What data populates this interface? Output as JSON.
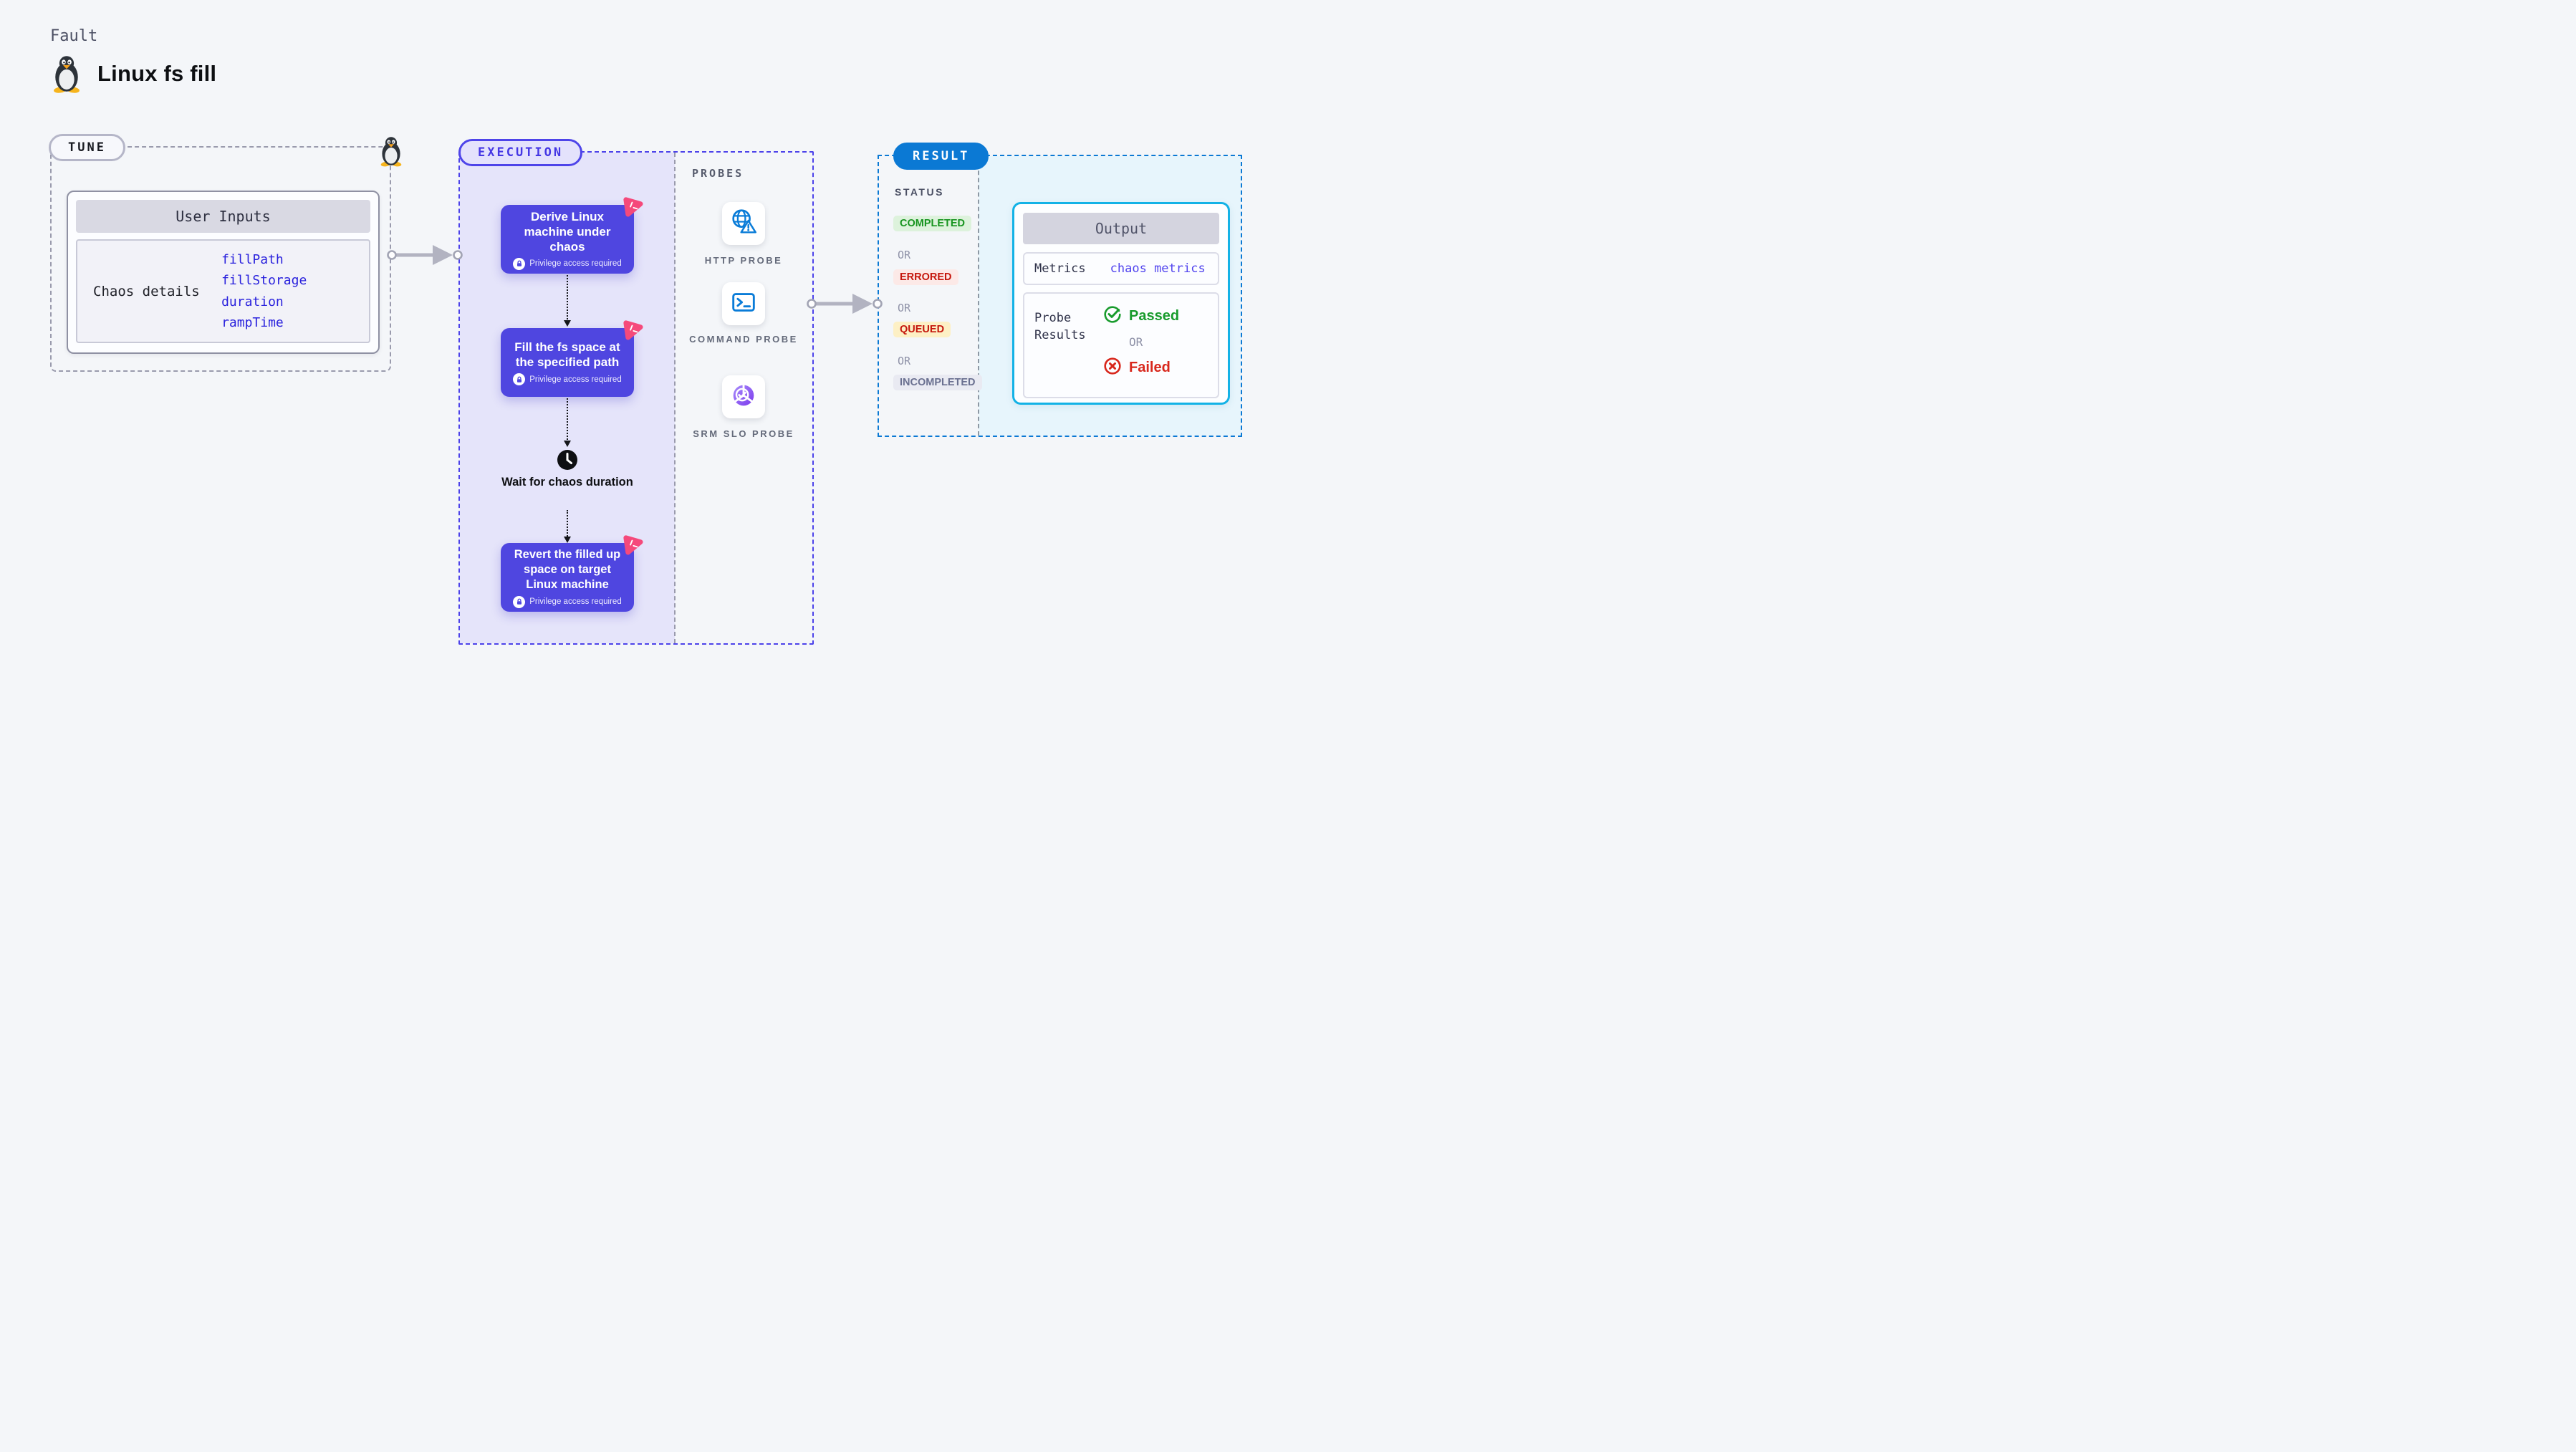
{
  "header": {
    "eyebrow": "Fault",
    "title": "Linux fs fill"
  },
  "tune": {
    "badge": "TUNE",
    "user_inputs": {
      "header": "User Inputs",
      "row_label": "Chaos details",
      "params": [
        "fillPath",
        "fillStorage",
        "duration",
        "rampTime"
      ]
    }
  },
  "execution": {
    "badge": "EXECUTION",
    "steps": [
      {
        "title": "Derive Linux machine under chaos",
        "note": "Privilege access required"
      },
      {
        "title": "Fill the fs space at the specified path",
        "note": "Privilege access required"
      },
      {
        "title": "Revert the filled up space on target Linux machine",
        "note": "Privilege access required"
      }
    ],
    "wait": {
      "title": "Wait for chaos duration"
    }
  },
  "probes": {
    "label": "PROBES",
    "items": [
      {
        "name": "HTTP PROBE",
        "icon": "globe-alert-icon"
      },
      {
        "name": "COMMAND PROBE",
        "icon": "terminal-icon"
      },
      {
        "name": "SRM SLO PROBE",
        "icon": "slo-donut-icon"
      }
    ]
  },
  "result": {
    "badge": "RESULT",
    "status": {
      "label": "STATUS",
      "or": "OR",
      "options": [
        {
          "text": "COMPLETED",
          "kind": "success"
        },
        {
          "text": "ERRORED",
          "kind": "error"
        },
        {
          "text": "QUEUED",
          "kind": "warning"
        },
        {
          "text": "INCOMPLETED",
          "kind": "neutral"
        }
      ]
    },
    "output": {
      "header": "Output",
      "metrics_label": "Metrics",
      "metrics_value": "chaos metrics",
      "probe_results_label": "Probe Results",
      "passed": "Passed",
      "or": "OR",
      "failed": "Failed"
    }
  },
  "colors": {
    "accent_indigo": "#4f46e0",
    "accent_pink": "#f5497b",
    "accent_blue": "#0b79d4",
    "accent_cyan": "#13b2e6",
    "success_green": "#189b2c",
    "error_red": "#d8271c",
    "lavender_panel": "#e5e4fa",
    "lightblue_panel": "#e7f5fc"
  }
}
